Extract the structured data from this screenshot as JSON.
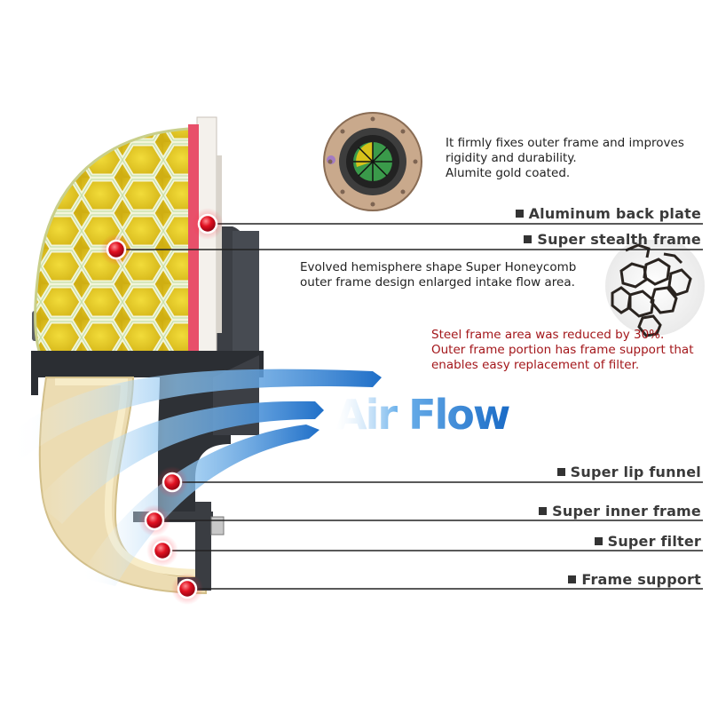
{
  "title_graphic": "Air Flow",
  "descriptions": {
    "back_plate": [
      "It firmly fixes outer frame and improves",
      "rigidity and durability.",
      "Alumite gold coated."
    ],
    "stealth_frame": [
      "Evolved hemisphere shape Super Honeycomb",
      "outer frame design enlarged intake flow area."
    ],
    "steel_frame": [
      "Steel frame area was reduced by 30%.",
      "Outer frame portion has frame support that",
      "enables easy replacement of filter."
    ]
  },
  "callouts": {
    "aluminum_back_plate": "Aluminum back plate",
    "super_stealth_frame": "Super stealth frame",
    "super_lip_funnel": "Super lip funnel",
    "super_inner_frame": "Super inner frame",
    "super_filter": "Super filter",
    "frame_support": "Frame support"
  },
  "colors": {
    "filter_yellow": "#e2c41e",
    "honeycomb_frame": "#f2f4d8",
    "seal_red": "#e8506a",
    "marker_red": "#e01020",
    "airflow_blue": "#2a7fd4",
    "label_text": "#3a3a3a",
    "note_red": "#a3161a"
  }
}
